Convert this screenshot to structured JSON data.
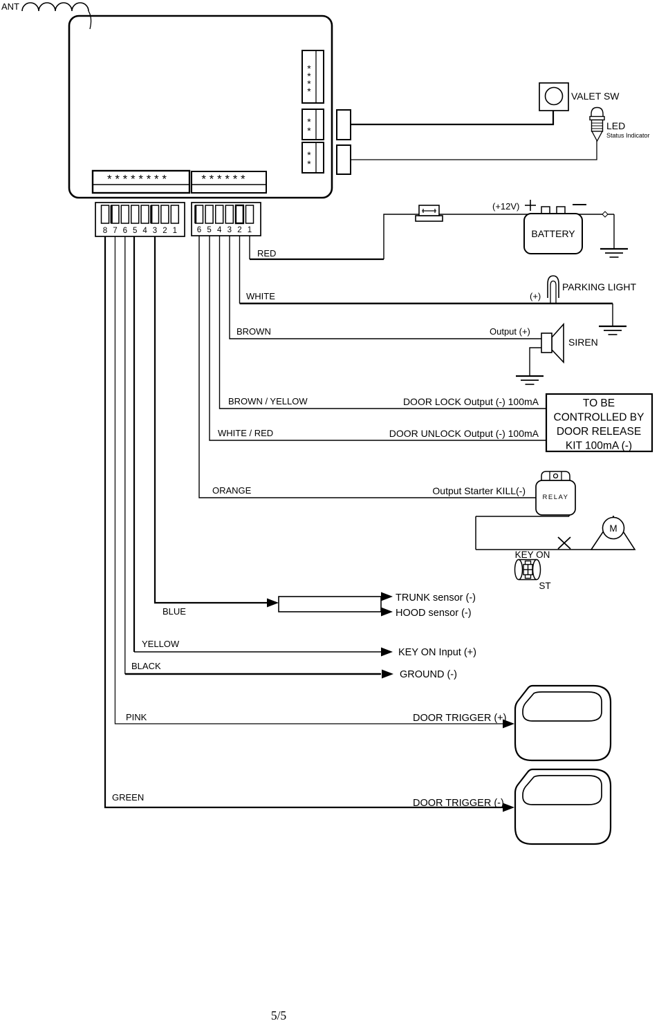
{
  "page": {
    "footer": "5/5"
  },
  "glyphs": {
    "asterisk": "*"
  },
  "antenna": {
    "label": "ANT"
  },
  "control_unit": {
    "harness_left": {
      "asterisk_row": "* * * * * * * *",
      "pins": [
        "8",
        "7",
        "6",
        "5",
        "4",
        "3",
        "2",
        "1"
      ]
    },
    "harness_right": {
      "asterisk_row": "* * * * * *",
      "pins": [
        "6",
        "5",
        "4",
        "3",
        "2",
        "1"
      ]
    }
  },
  "valet_switch": {
    "label": "VALET SW"
  },
  "led_indicator": {
    "label": "LED",
    "sublabel": "Status Indicator"
  },
  "power": {
    "source_label": "(+12V)",
    "battery_label": "BATTERY",
    "wire": "RED"
  },
  "parking_light": {
    "label": "PARKING LIGHT",
    "polarity": "(+)",
    "wire": "WHITE"
  },
  "siren": {
    "label": "SIREN",
    "output": "Output (+)",
    "wire": "BROWN"
  },
  "door_lock": {
    "wire": "BROWN / YELLOW",
    "label": "DOOR LOCK Output (-) 100mA"
  },
  "door_unlock": {
    "wire": "WHITE / RED",
    "label": "DOOR UNLOCK Output (-) 100mA"
  },
  "door_release_note": {
    "line1": "TO BE",
    "line2": "CONTROLLED BY",
    "line3": "DOOR RELEASE",
    "line4": "KIT 100mA (-)"
  },
  "starter_kill": {
    "wire": "ORANGE",
    "label": "Output Starter KILL(-)",
    "relay": "RELAY",
    "motor": "M",
    "key_on": "KEY ON",
    "st": "ST"
  },
  "sensors": {
    "wire": "BLUE",
    "trunk": "TRUNK sensor (-)",
    "hood": "HOOD sensor (-)"
  },
  "key_on_input": {
    "wire": "YELLOW",
    "label": "KEY ON Input (+)"
  },
  "ground_wire": {
    "wire": "BLACK",
    "label": "GROUND (-)"
  },
  "door_trigger_positive": {
    "wire": "PINK",
    "label": "DOOR TRIGGER (+)"
  },
  "door_trigger_negative": {
    "wire": "GREEN",
    "label": "DOOR TRIGGER (-)"
  }
}
